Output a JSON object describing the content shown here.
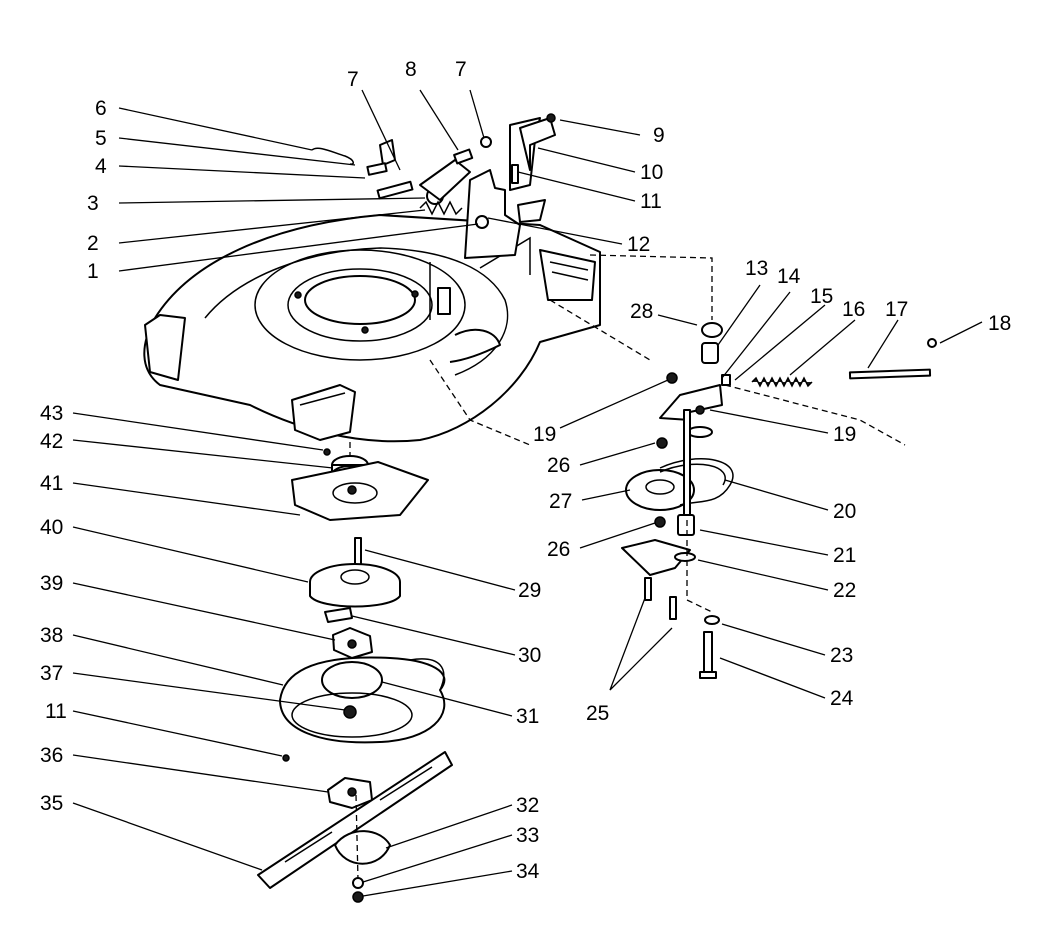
{
  "callouts": [
    {
      "id": "c6",
      "text": "6"
    },
    {
      "id": "c5",
      "text": "5"
    },
    {
      "id": "c4",
      "text": "4"
    },
    {
      "id": "c3",
      "text": "3"
    },
    {
      "id": "c2",
      "text": "2"
    },
    {
      "id": "c1",
      "text": "1"
    },
    {
      "id": "c7a",
      "text": "7"
    },
    {
      "id": "c8",
      "text": "8"
    },
    {
      "id": "c7b",
      "text": "7"
    },
    {
      "id": "c9",
      "text": "9"
    },
    {
      "id": "c10",
      "text": "10"
    },
    {
      "id": "c11a",
      "text": "11"
    },
    {
      "id": "c12",
      "text": "12"
    },
    {
      "id": "c13",
      "text": "13"
    },
    {
      "id": "c14",
      "text": "14"
    },
    {
      "id": "c15",
      "text": "15"
    },
    {
      "id": "c16",
      "text": "16"
    },
    {
      "id": "c17",
      "text": "17"
    },
    {
      "id": "c18",
      "text": "18"
    },
    {
      "id": "c28",
      "text": "28"
    },
    {
      "id": "c19a",
      "text": "19"
    },
    {
      "id": "c19b",
      "text": "19"
    },
    {
      "id": "c26a",
      "text": "26"
    },
    {
      "id": "c27",
      "text": "27"
    },
    {
      "id": "c20",
      "text": "20"
    },
    {
      "id": "c26b",
      "text": "26"
    },
    {
      "id": "c21",
      "text": "21"
    },
    {
      "id": "c22",
      "text": "22"
    },
    {
      "id": "c23",
      "text": "23"
    },
    {
      "id": "c24",
      "text": "24"
    },
    {
      "id": "c25",
      "text": "25"
    },
    {
      "id": "c43",
      "text": "43"
    },
    {
      "id": "c42",
      "text": "42"
    },
    {
      "id": "c41",
      "text": "41"
    },
    {
      "id": "c40",
      "text": "40"
    },
    {
      "id": "c29",
      "text": "29"
    },
    {
      "id": "c39",
      "text": "39"
    },
    {
      "id": "c30",
      "text": "30"
    },
    {
      "id": "c38",
      "text": "38"
    },
    {
      "id": "c37",
      "text": "37"
    },
    {
      "id": "c31",
      "text": "31"
    },
    {
      "id": "c11b",
      "text": "11"
    },
    {
      "id": "c36",
      "text": "36"
    },
    {
      "id": "c35",
      "text": "35"
    },
    {
      "id": "c32",
      "text": "32"
    },
    {
      "id": "c33",
      "text": "33"
    },
    {
      "id": "c34",
      "text": "34"
    }
  ]
}
